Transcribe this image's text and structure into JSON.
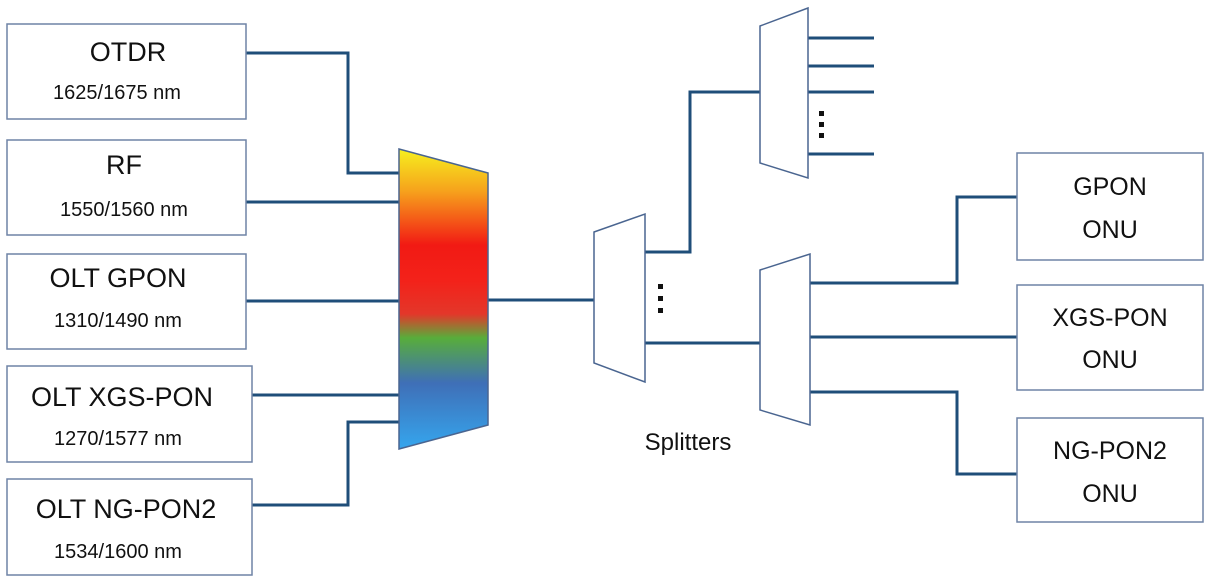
{
  "olt_side": {
    "otdr": {
      "name": "OTDR",
      "wavelength": "1625/1675 nm"
    },
    "rf": {
      "name": "RF",
      "wavelength": "1550/1560 nm"
    },
    "gpon": {
      "name": "OLT GPON",
      "wavelength": "1310/1490 nm"
    },
    "xgspon": {
      "name": "OLT XGS-PON",
      "wavelength": "1270/1577 nm"
    },
    "ngpon2": {
      "name": "OLT NG-PON2",
      "wavelength": "1534/1600 nm"
    }
  },
  "onu_side": {
    "gpon": {
      "line1": "GPON",
      "line2": "ONU"
    },
    "xgspon": {
      "line1": "XGS-PON",
      "line2": "ONU"
    },
    "ngpon2": {
      "line1": "NG-PON2",
      "line2": "ONU"
    }
  },
  "splitters_label": "Splitters",
  "colors": {
    "wire": "#1f4e79",
    "box_border": "#6f83a6",
    "mux_gradient": [
      "#f6f01e",
      "#f6a21c",
      "#f21a14",
      "#f3221a",
      "#e3372a",
      "#58ad3b",
      "#3f6fb7",
      "#35a6ee"
    ]
  },
  "icons": {
    "continuation": "vertical-ellipsis-icon"
  }
}
